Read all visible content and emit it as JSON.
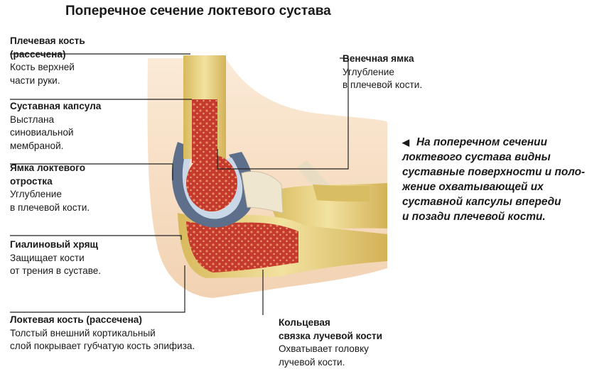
{
  "title": "Поперечное сечение локтевого сустава",
  "labels": {
    "humerus": {
      "heading_1": "Плечевая кость",
      "heading_2": "(рассечена)",
      "desc_1": "Кость верхней",
      "desc_2": "части руки."
    },
    "capsule": {
      "heading": "Суставная капсула",
      "desc_1": "Выстлана",
      "desc_2": "синовиальной",
      "desc_3": "мембраной."
    },
    "olecranon_fossa": {
      "heading_1": "Ямка локтевого",
      "heading_2": "отростка",
      "desc_1": "Углубление",
      "desc_2": "в плечевой кости."
    },
    "cartilage": {
      "heading": "Гиалиновый хрящ",
      "desc_1": "Защищает кости",
      "desc_2": "от трения в суставе."
    },
    "ulna": {
      "heading": "Локтевая кость (рассечена)",
      "desc_1": "Толстый внешний кортикальный",
      "desc_2": "слой покрывает губчатую кость эпифиза."
    },
    "coronoid_fossa": {
      "heading": "Венечная ямка",
      "desc_1": "Углубление",
      "desc_2": "в плечевой кости."
    },
    "annular_ligament": {
      "heading_1": "Кольцевая",
      "heading_2": "связка лучевой кости",
      "desc_1": "Охватывает головку",
      "desc_2": "лучевой кости."
    }
  },
  "caption": {
    "arrow": "◀",
    "line_1": "На поперечном сечении",
    "line_2": "локтевого сустава видны",
    "line_3": "суставные поверхности и поло-",
    "line_4": "жение охватывающей их",
    "line_5": "суставной капсулы впереди",
    "line_6": "и позади плечевой кости."
  },
  "colors": {
    "skin": "#f6ddc0",
    "bone_cortex": "#e0c873",
    "marrow": "#c43a2c",
    "capsule": "#5e6f8c",
    "cartilage": "#c9d7e6",
    "ligament": "#efe6cf",
    "leader": "#222222"
  }
}
